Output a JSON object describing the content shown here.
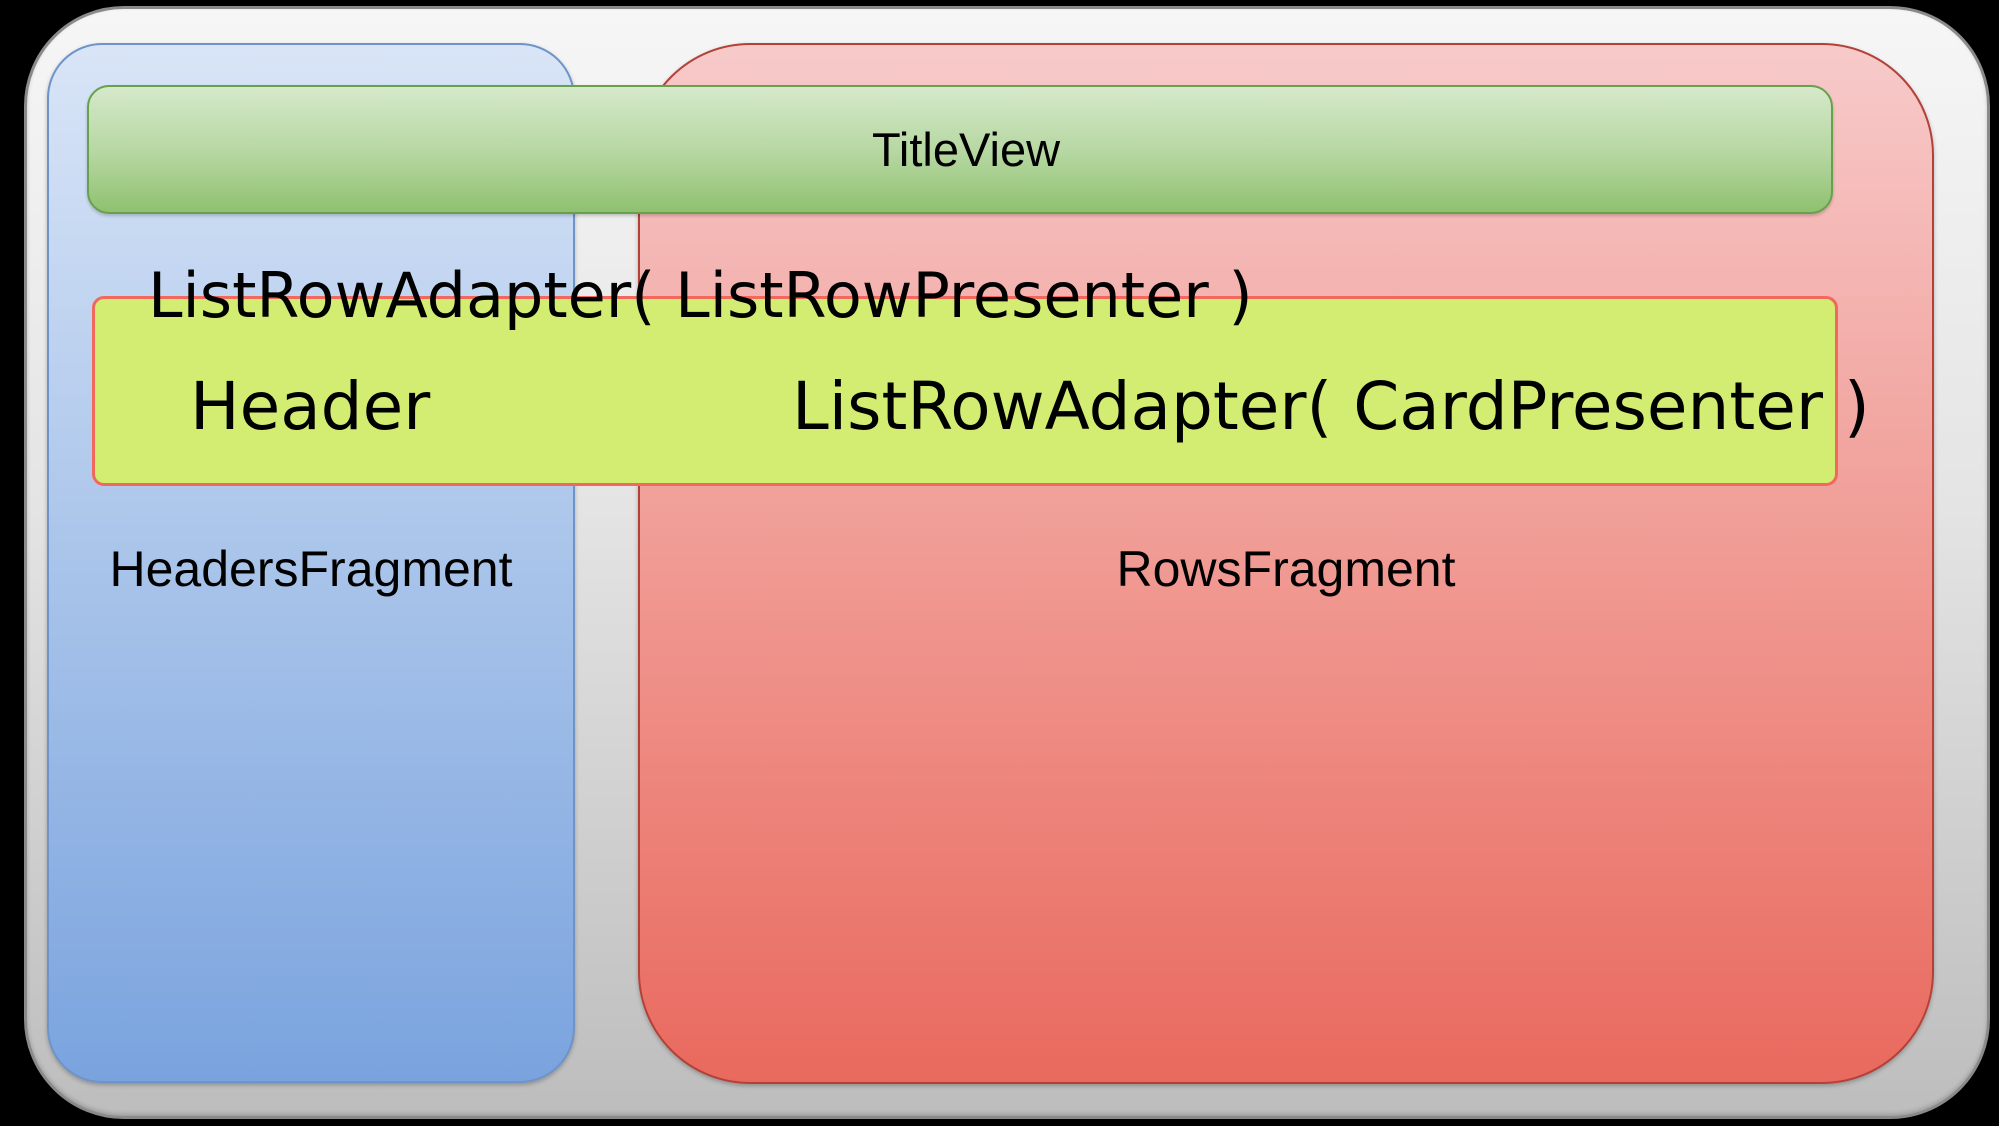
{
  "diagram": {
    "title_bar_label": "TitleView",
    "list_row_adapter_line": "ListRowAdapter( ListRowPresenter )",
    "header_cell_label": "Header",
    "card_adapter_label": "ListRowAdapter( CardPresenter )",
    "headers_fragment_label": "HeadersFragment",
    "rows_fragment_label": "RowsFragment"
  },
  "colors": {
    "canvas-bg": "#000000",
    "panel-top": "#f6f6f6",
    "panel-bottom": "#bdbdbd",
    "panel-border": "#8a8a8a",
    "headers-top": "#d9e5f7",
    "headers-bottom": "#7aa3de",
    "headers-border": "#6d93c8",
    "rows-top": "#f7caca",
    "rows-bottom": "#e9695e",
    "rows-border": "#b24138",
    "title-top": "#d6e9cb",
    "title-bottom": "#8fc170",
    "title-border": "#68a04c",
    "adapter-fill": "#d3ed72",
    "adapter-border": "#f2685c",
    "text": "#000000"
  }
}
